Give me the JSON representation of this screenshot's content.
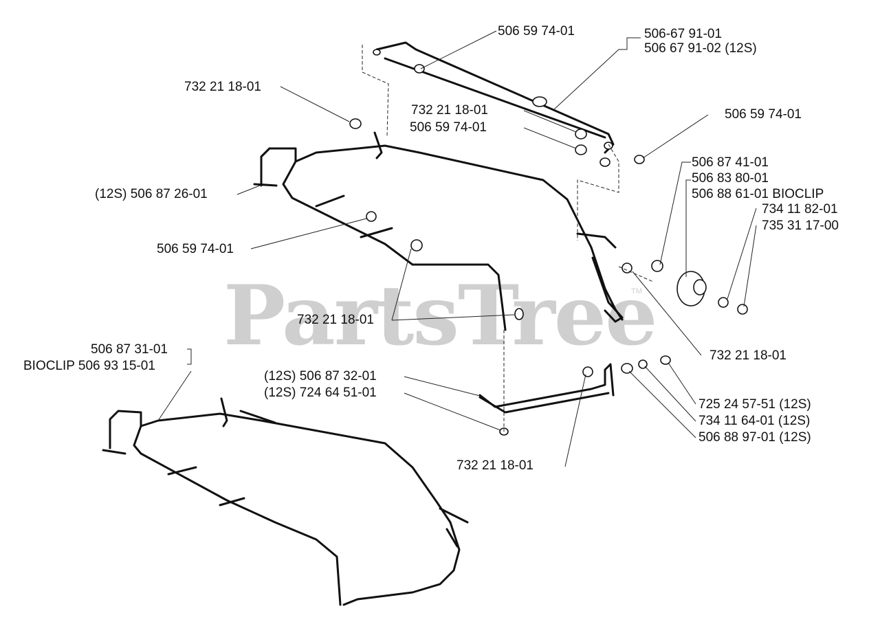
{
  "watermark": "PartsTree",
  "trademark": "TM",
  "labels": {
    "top_bolt": "506 59 74-01",
    "rail_a": "506-67 91-01",
    "rail_b": "506 67 91-02 (12S)",
    "nut_upper_left": "732 21 18-01",
    "nut_mid": "732 21 18-01",
    "bolt_mid": "506 59 74-01",
    "bolt_right": "506 59 74-01",
    "roller_a": "506 87 41-01",
    "roller_b": "506 83 80-01",
    "roller_bioclip": "506 88 61-01 BIOCLIP",
    "washer_a": "734 11 82-01",
    "locknut": "735 31 17-00",
    "frame_12s": "(12S) 506 87 26-01",
    "bolt_left": "506 59 74-01",
    "nut_center": "732 21 18-01",
    "nut_roller": "732 21 18-01",
    "frame_lower": "506 87 31-01",
    "frame_lower_bioclip": "BIOCLIP 506 93 15-01",
    "bracket_12s": "(12S) 506 87 32-01",
    "screw_12s": "(12S) 724 64 51-01",
    "nut_bottom": "732 21 18-01",
    "bolt_12s": "725 24 57-51 (12S)",
    "washer_12s": "734 11 64-01 (12S)",
    "spacer_12s": "506 88 97-01 (12S)"
  }
}
